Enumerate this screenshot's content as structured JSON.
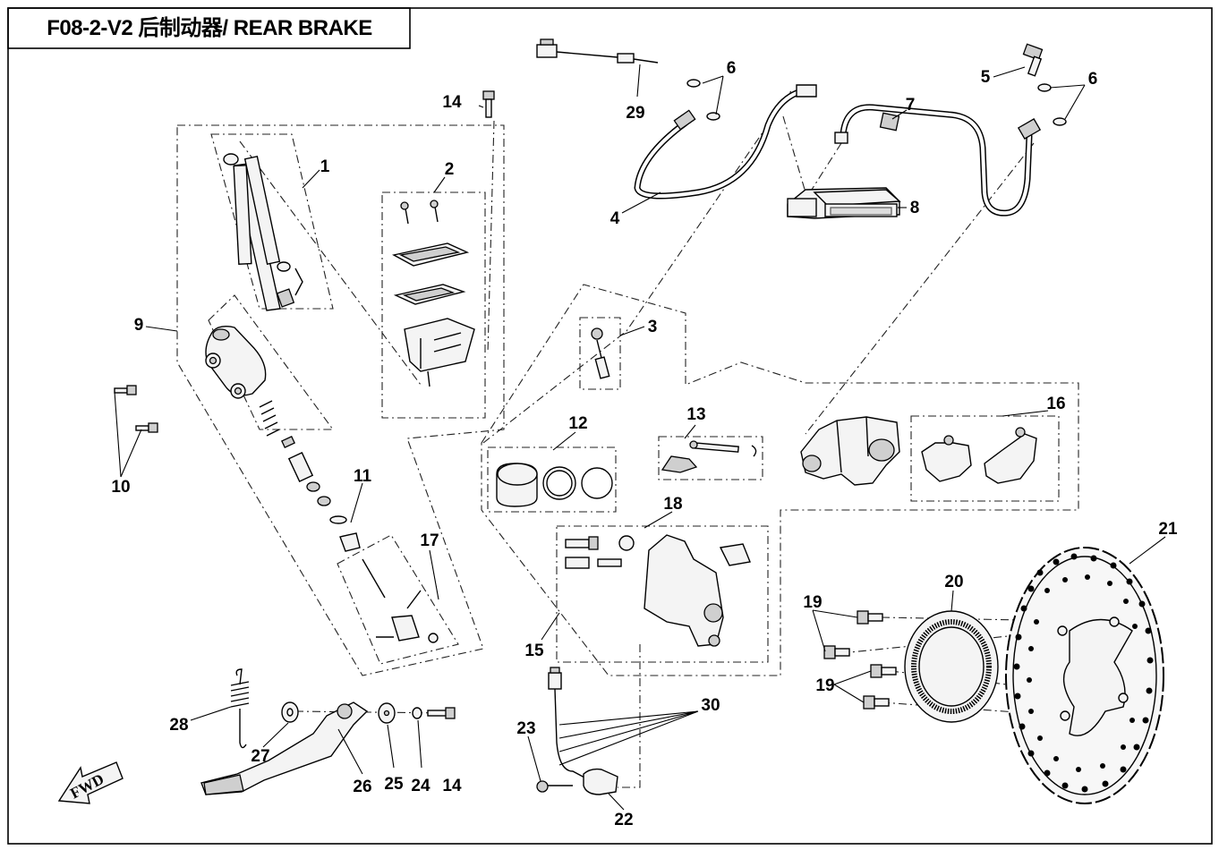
{
  "title": "F08-2-V2 后制动器/ REAR BRAKE",
  "fwd_label": "FWD",
  "callouts": [
    {
      "id": "c1",
      "label": "1"
    },
    {
      "id": "c2",
      "label": "2"
    },
    {
      "id": "c3",
      "label": "3"
    },
    {
      "id": "c4",
      "label": "4"
    },
    {
      "id": "c5",
      "label": "5"
    },
    {
      "id": "c6a",
      "label": "6"
    },
    {
      "id": "c6b",
      "label": "6"
    },
    {
      "id": "c7",
      "label": "7"
    },
    {
      "id": "c8",
      "label": "8"
    },
    {
      "id": "c9",
      "label": "9"
    },
    {
      "id": "c10",
      "label": "10"
    },
    {
      "id": "c11",
      "label": "11"
    },
    {
      "id": "c12",
      "label": "12"
    },
    {
      "id": "c13",
      "label": "13"
    },
    {
      "id": "c14a",
      "label": "14"
    },
    {
      "id": "c14b",
      "label": "14"
    },
    {
      "id": "c15",
      "label": "15"
    },
    {
      "id": "c16",
      "label": "16"
    },
    {
      "id": "c17",
      "label": "17"
    },
    {
      "id": "c18",
      "label": "18"
    },
    {
      "id": "c19a",
      "label": "19"
    },
    {
      "id": "c19b",
      "label": "19"
    },
    {
      "id": "c20",
      "label": "20"
    },
    {
      "id": "c21",
      "label": "21"
    },
    {
      "id": "c22",
      "label": "22"
    },
    {
      "id": "c23",
      "label": "23"
    },
    {
      "id": "c24",
      "label": "24"
    },
    {
      "id": "c25",
      "label": "25"
    },
    {
      "id": "c26",
      "label": "26"
    },
    {
      "id": "c27",
      "label": "27"
    },
    {
      "id": "c28",
      "label": "28"
    },
    {
      "id": "c29",
      "label": "29"
    },
    {
      "id": "c30",
      "label": "30"
    }
  ]
}
